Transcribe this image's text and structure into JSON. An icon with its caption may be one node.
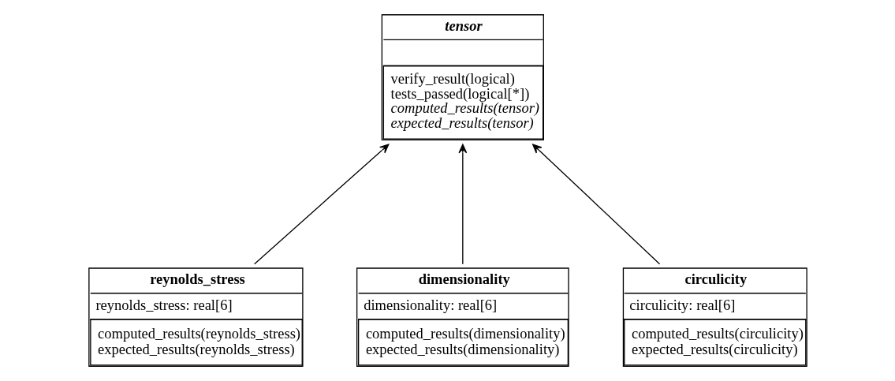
{
  "diagram": {
    "nodes": [
      {
        "text": [
          "tensor",
          "verify_result(logical)",
          "tests_passed(logical[*])",
          "computed_results(tensor)",
          "expected_results(tensor)"
        ]
      },
      {
        "text": [
          "reynolds_stress",
          "reynolds_stress: real[6]",
          "computed_results(reynolds_stress)",
          "expected_results(reynolds_stress)"
        ]
      },
      {
        "text": [
          "dimensionality",
          "dimensionality: real[6]",
          "computed_results(dimensionality)",
          "expected_results(dimensionality)"
        ]
      },
      {
        "text": [
          "circulicity",
          "circulicity: real[6]",
          "computed_results(circulicity)",
          "expected_results(circulicity)"
        ]
      }
    ],
    "edges": [
      {
        "from": 1,
        "to": 0,
        "arrow": "to"
      },
      {
        "from": 2,
        "to": 0,
        "arrow": "to"
      },
      {
        "from": 3,
        "to": 0,
        "arrow": "to"
      }
    ]
  }
}
